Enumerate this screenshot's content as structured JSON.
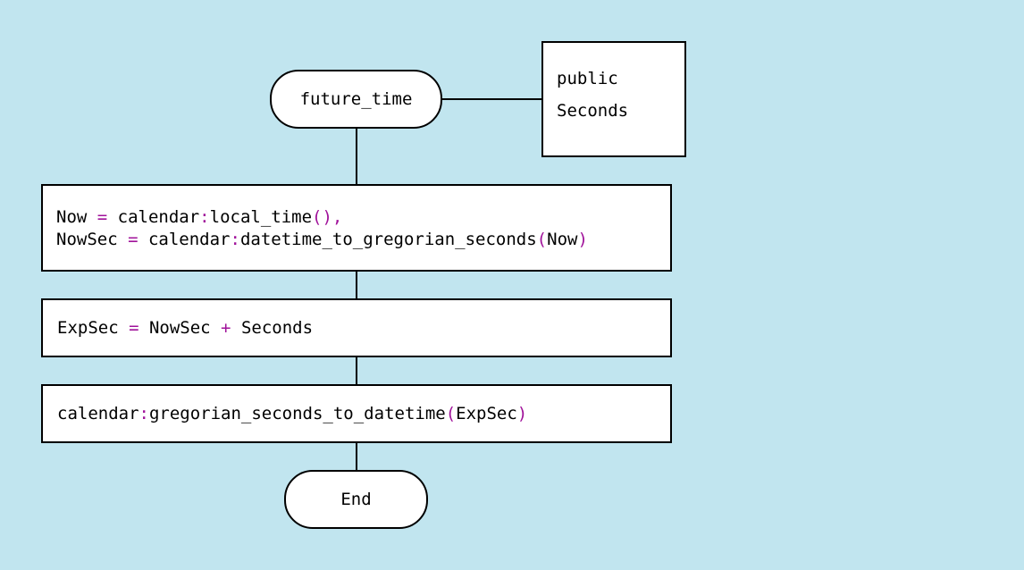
{
  "start": {
    "label": "future_time"
  },
  "signature": {
    "visibility": "public",
    "params": [
      "Seconds"
    ]
  },
  "steps": [
    {
      "lines": [
        [
          {
            "t": "Now "
          },
          {
            "t": "=",
            "op": true
          },
          {
            "t": " calendar"
          },
          {
            "t": ":",
            "op": true
          },
          {
            "t": "local_time"
          },
          {
            "t": "()",
            "op": true
          },
          {
            "t": ",",
            "op": true
          }
        ],
        [
          {
            "t": "NowSec "
          },
          {
            "t": "=",
            "op": true
          },
          {
            "t": " calendar"
          },
          {
            "t": ":",
            "op": true
          },
          {
            "t": "datetime_to_gregorian_seconds"
          },
          {
            "t": "(",
            "op": true
          },
          {
            "t": "Now"
          },
          {
            "t": ")",
            "op": true
          }
        ]
      ]
    },
    {
      "lines": [
        [
          {
            "t": "ExpSec "
          },
          {
            "t": "=",
            "op": true
          },
          {
            "t": " NowSec "
          },
          {
            "t": "+",
            "op": true
          },
          {
            "t": " Seconds"
          }
        ]
      ]
    },
    {
      "lines": [
        [
          {
            "t": "calendar"
          },
          {
            "t": ":",
            "op": true
          },
          {
            "t": "gregorian_seconds_to_datetime"
          },
          {
            "t": "(",
            "op": true
          },
          {
            "t": "ExpSec"
          },
          {
            "t": ")",
            "op": true
          }
        ]
      ]
    }
  ],
  "end": {
    "label": "End"
  },
  "colors": {
    "background": "#c1e5ef",
    "operator": "#a0129a",
    "stroke": "#000000",
    "fill": "#ffffff"
  }
}
